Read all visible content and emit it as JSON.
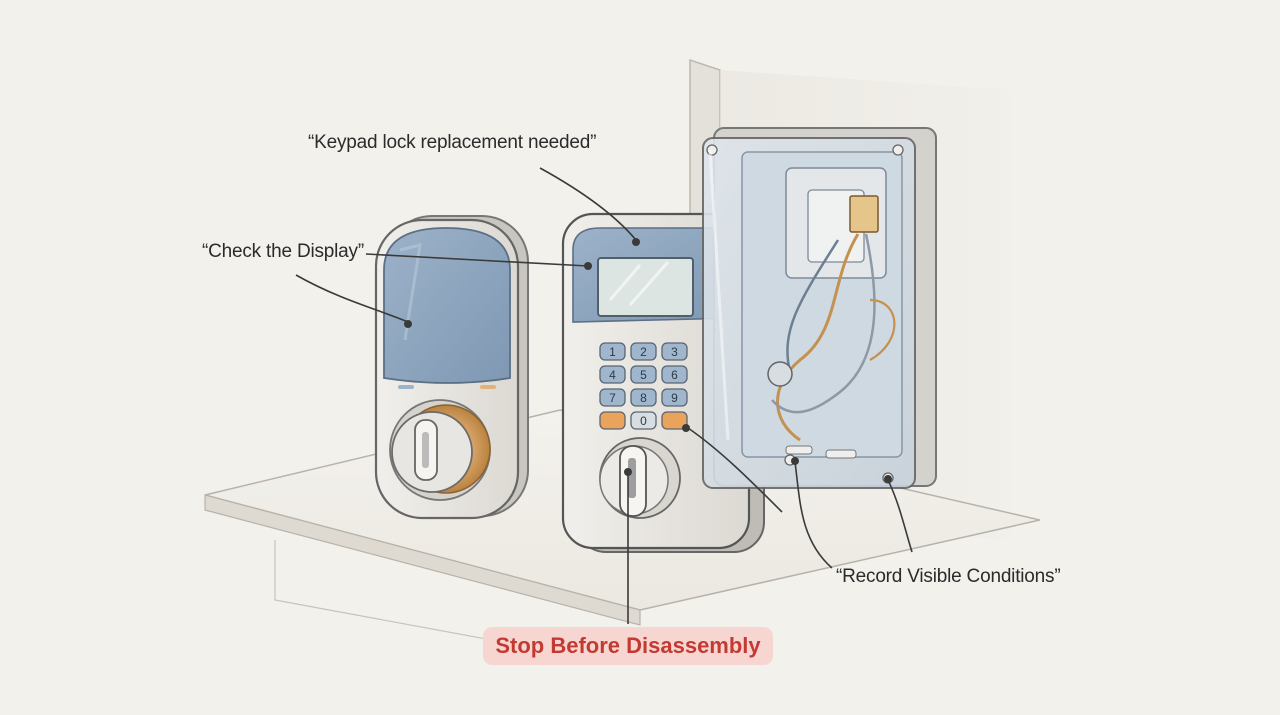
{
  "callouts": {
    "keypad": "“Keypad lock replacement needed”",
    "display": "“Check the Display”",
    "record": "“Record Visible Conditions”",
    "stop": "Stop Before Disassembly"
  },
  "keypad_keys": [
    "1",
    "2",
    "3",
    "4",
    "5",
    "6",
    "7",
    "8",
    "9",
    "0"
  ],
  "colors": {
    "background": "#f3f1ec",
    "screen_blue": "#8ea6c0",
    "accent_orange": "#e9a35a",
    "stop_badge_bg": "#f7d6d2",
    "stop_badge_text": "#c43a33"
  }
}
